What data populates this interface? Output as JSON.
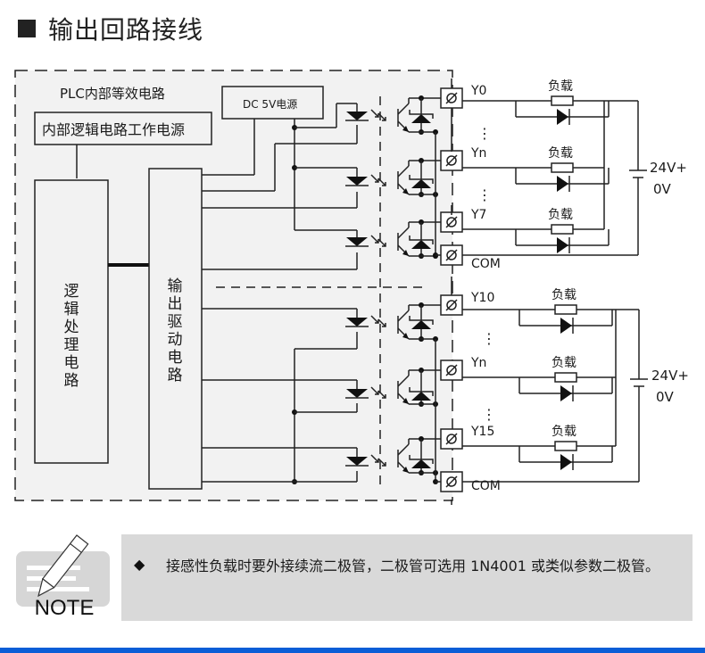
{
  "header": {
    "title": "输出回路接线"
  },
  "diagram": {
    "plc_box_label": "PLC内部等效电路",
    "internal_power_label": "内部逻辑电路工作电源",
    "dc5v_label": "DC 5V电源",
    "logic_block_label": "逻辑处理电路",
    "driver_block_label": "输出驱动电路",
    "group1": {
      "terminals": [
        "Y0",
        "Yn",
        "Y7",
        "COM"
      ],
      "load_label": "负载",
      "supply_plus": "24V+",
      "supply_minus": "0V",
      "ellipsis": "⋮"
    },
    "group2": {
      "terminals": [
        "Y10",
        "Yn",
        "Y15",
        "COM"
      ],
      "load_label": "负载",
      "supply_plus": "24V+",
      "supply_minus": "0V",
      "ellipsis": "⋮"
    },
    "terminal_symbol": "Ø"
  },
  "note": {
    "label": "NOTE",
    "bullet": "◆",
    "text": "接感性负载时要外接续流二极管，二极管可选用 1N4001 或类似参数二极管。"
  },
  "colors": {
    "accent_bar": "#0a5ed7",
    "note_bg": "#d9d9d9",
    "plc_bg": "#f2f2f2"
  }
}
